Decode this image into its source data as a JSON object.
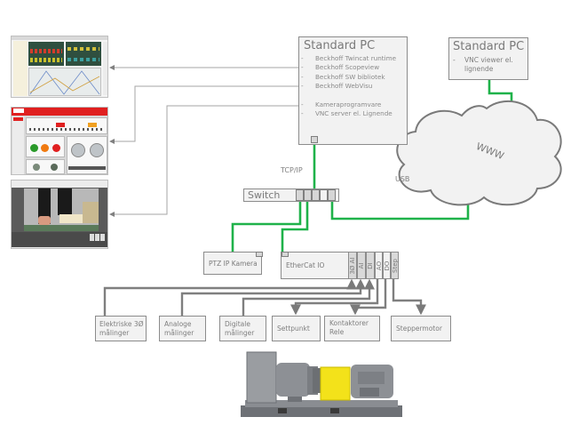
{
  "pc_main": {
    "title": "Standard PC",
    "items": [
      "Beckhoff Twincat runtime",
      "Beckhoff Scopeview",
      "Beckhoff SW bibliotek",
      "Beckhoff WebVisu",
      "",
      "Kameraprogramvare",
      "VNC server el. Lignende"
    ]
  },
  "pc_remote": {
    "title": "Standard PC",
    "items": [
      "VNC viewer el. lignende"
    ]
  },
  "cloud": {
    "label": "WWW"
  },
  "labels": {
    "tcpip": "TCP/IP",
    "usb": "USB"
  },
  "switch": {
    "label": "Switch"
  },
  "ptz": {
    "label": "PTZ IP Kamera"
  },
  "ethercat": {
    "label": "EtherCat IO",
    "slots": [
      "3Ø AI",
      "AI",
      "DI",
      "AO",
      "DO",
      "Step"
    ]
  },
  "peripherals": [
    {
      "line1": "Elektriske 3Ø",
      "line2": "målinger"
    },
    {
      "line1": "Analoge",
      "line2": "målinger"
    },
    {
      "line1": "Digitale",
      "line2": "målinger"
    },
    {
      "line1": "Settpunkt",
      "line2": ""
    },
    {
      "line1": "Kontaktorer",
      "line2": "Rele"
    },
    {
      "line1": "Steppermotor",
      "line2": ""
    }
  ],
  "screenshots": [
    "scopeview-screenshot",
    "webvisu-screenshot",
    "camera-screenshot"
  ],
  "colors": {
    "network": "#1fb24a",
    "signal": "#7f7f7f",
    "info": "#a6a6a6",
    "box_fill": "#f2f2f2",
    "box_border": "#8c8c8c"
  }
}
